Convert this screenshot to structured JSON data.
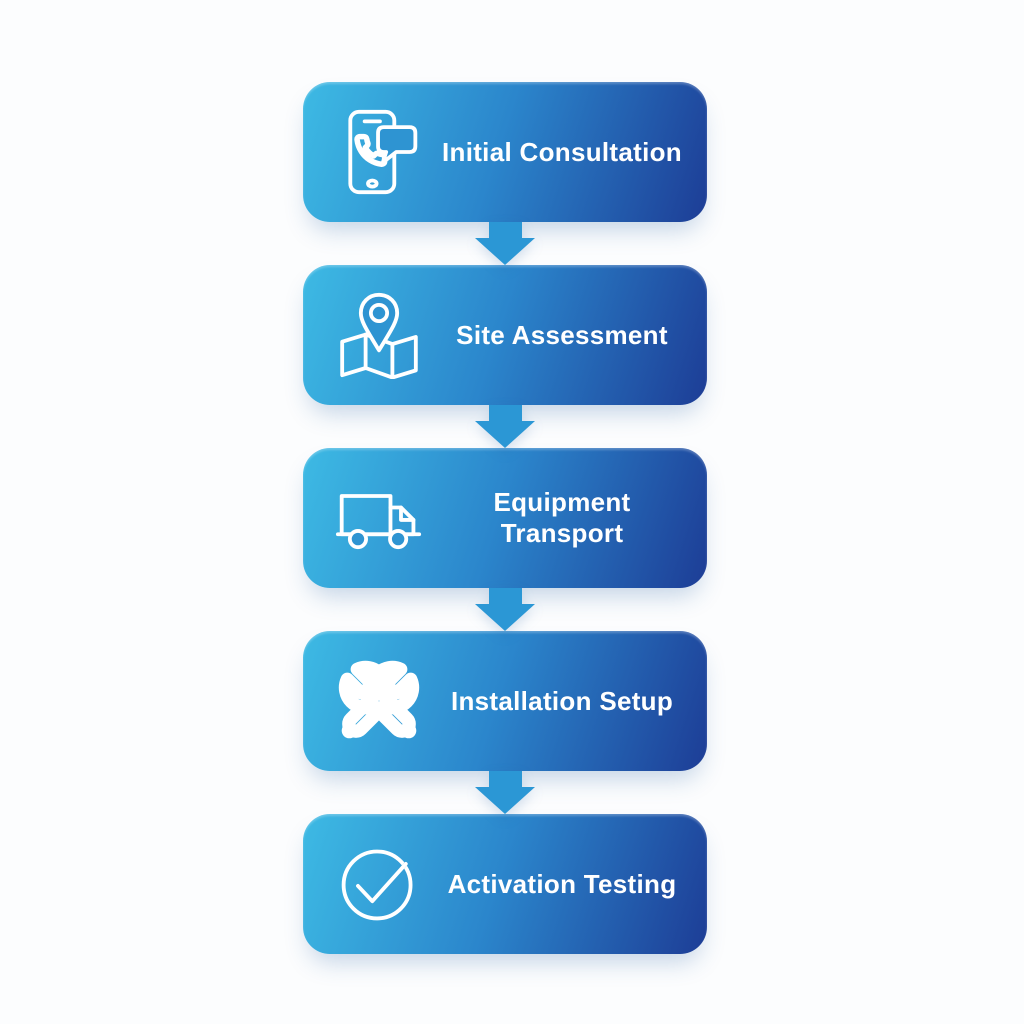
{
  "theme": {
    "colors": {
      "background": "#FCFDFE",
      "gradient_start": "#3DBAE4",
      "gradient_mid": "#2B86CC",
      "gradient_end": "#1D3D96",
      "arrow": "#2B97D5",
      "text": "#FFFFFF",
      "icon_stroke": "#FFFFFF",
      "icon_patch": "#2E94D2"
    }
  },
  "flow": {
    "steps": [
      {
        "label": "Initial Consultation",
        "icon": "phone-chat-icon"
      },
      {
        "label": "Site Assessment",
        "icon": "map-pin-icon"
      },
      {
        "label": "Equipment Transport",
        "icon": "delivery-truck-icon"
      },
      {
        "label": "Installation Setup",
        "icon": "crossed-wrenches-icon"
      },
      {
        "label": "Activation Testing",
        "icon": "check-circle-icon"
      }
    ]
  }
}
